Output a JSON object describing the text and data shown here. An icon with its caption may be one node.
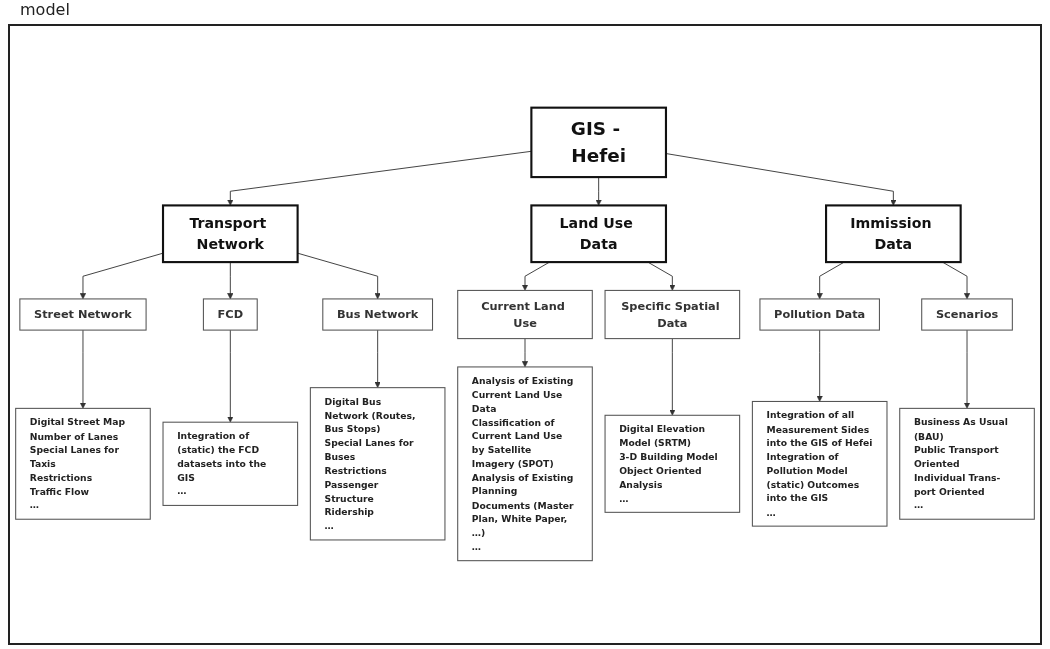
{
  "diagram": {
    "nodes": [
      {
        "text": [
          "GIS - Hefei"
        ]
      },
      {
        "text": [
          "Transport Network"
        ]
      },
      {
        "text": [
          "Land Use Data"
        ]
      },
      {
        "text": [
          "Immission Data"
        ]
      },
      {
        "text": [
          "Street Network"
        ]
      },
      {
        "text": [
          "FCD"
        ]
      },
      {
        "text": [
          "Bus Network"
        ]
      },
      {
        "text": [
          "Current Land Use"
        ]
      },
      {
        "text": [
          "Specific Spatial Data"
        ]
      },
      {
        "text": [
          "Pollution Data"
        ]
      },
      {
        "text": [
          "Scenarios"
        ]
      },
      {
        "text": [
          "Digital Street Map",
          "Number of Lanes",
          "Special Lanes for Taxis",
          "Restrictions",
          "Traffic Flow",
          "…"
        ]
      },
      {
        "text": [
          "Integration of (static) the FCD datasets into the GIS",
          "…"
        ]
      },
      {
        "text": [
          "Digital Bus Network (Routes, Bus Stops)",
          "Special Lanes for Buses",
          "Restrictions",
          "Passenger Structure",
          "Ridership",
          "…"
        ]
      },
      {
        "text": [
          "Analysis of Existing Current Land Use Data",
          "Classification of Current Land Use by Satellite Imagery (SPOT)",
          "Analysis of Existing Planning Documents (Master Plan, White Paper, …)",
          "…"
        ]
      },
      {
        "text": [
          "Digital Elevation Model (SRTM)",
          "3-D Building Model",
          "Object Oriented Analysis",
          "…"
        ]
      },
      {
        "text": [
          "Integration of all Measurement Sides into the GIS of Hefei",
          "Integration of Pollution Model (static) Outcomes into the GIS",
          "…"
        ]
      },
      {
        "text": [
          "Business As Usual (BAU)",
          "Public Transport Oriented",
          "Individual Trans-port Oriented",
          "…"
        ]
      }
    ],
    "edges": [
      {
        "from": 0,
        "to": 1,
        "arrow": "to"
      },
      {
        "from": 0,
        "to": 2,
        "arrow": "to"
      },
      {
        "from": 0,
        "to": 3,
        "arrow": "to"
      },
      {
        "from": 1,
        "to": 4,
        "arrow": "to"
      },
      {
        "from": 1,
        "to": 5,
        "arrow": "to"
      },
      {
        "from": 1,
        "to": 6,
        "arrow": "to"
      },
      {
        "from": 2,
        "to": 7,
        "arrow": "to"
      },
      {
        "from": 2,
        "to": 8,
        "arrow": "to"
      },
      {
        "from": 3,
        "to": 9,
        "arrow": "to"
      },
      {
        "from": 3,
        "to": 10,
        "arrow": "to"
      },
      {
        "from": 4,
        "to": 11,
        "arrow": "to"
      },
      {
        "from": 5,
        "to": 12,
        "arrow": "to"
      },
      {
        "from": 6,
        "to": 13,
        "arrow": "to"
      },
      {
        "from": 7,
        "to": 14,
        "arrow": "to"
      },
      {
        "from": 8,
        "to": 15,
        "arrow": "to"
      },
      {
        "from": 9,
        "to": 16,
        "arrow": "to"
      },
      {
        "from": 10,
        "to": 17,
        "arrow": "to"
      }
    ],
    "labels": [
      "model"
    ]
  }
}
